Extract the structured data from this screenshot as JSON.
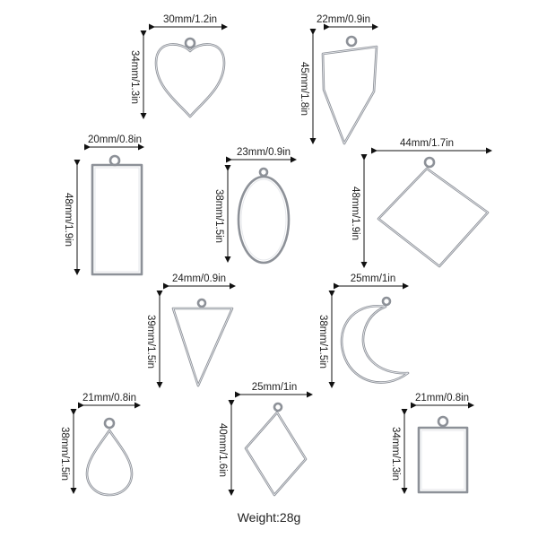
{
  "heart": {
    "width": "30mm/1.2in",
    "height": "34mm/1.3in"
  },
  "arrow": {
    "width": "22mm/0.9in",
    "height": "45mm/1.8in"
  },
  "rectangle_tall": {
    "width": "20mm/0.8in",
    "height": "48mm/1.9in"
  },
  "oval": {
    "width": "23mm/0.9in",
    "height": "38mm/1.5in"
  },
  "diamond_square": {
    "width": "44mm/1.7in",
    "height": "48mm/1.9in"
  },
  "triangle": {
    "width": "24mm/0.9in",
    "height": "39mm/1.5in"
  },
  "moon": {
    "width": "25mm/1in",
    "height": "38mm/1.5in"
  },
  "teardrop": {
    "width": "21mm/0.8in",
    "height": "38mm/1.5in"
  },
  "rhombus": {
    "width": "25mm/1in",
    "height": "40mm/1.6in"
  },
  "rectangle_small": {
    "width": "21mm/0.8in",
    "height": "34mm/1.3in"
  },
  "weight": "Weight:28g"
}
